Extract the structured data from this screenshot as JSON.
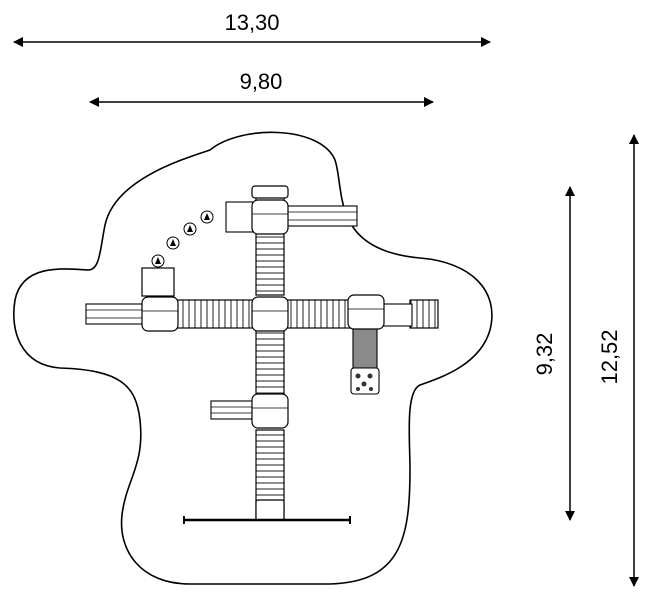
{
  "dimensions": {
    "overall_width": "13,30",
    "structure_width": "9,80",
    "structure_depth": "9,32",
    "overall_depth": "12,52"
  },
  "colors": {
    "line": "#000000",
    "background": "#ffffff",
    "ramp": "#8a8a8a"
  },
  "icons": {
    "stepping_stone": "triangle-in-circle"
  }
}
